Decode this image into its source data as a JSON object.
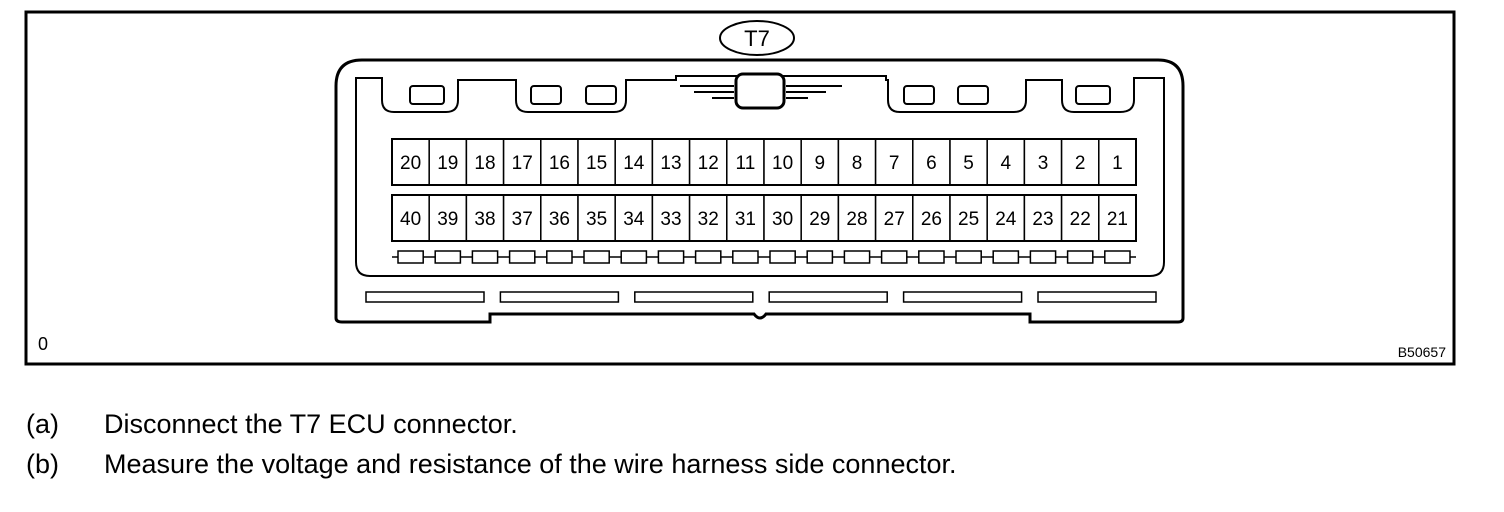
{
  "figure": {
    "connector_label": "T7",
    "corner_mark": "0",
    "figure_code": "B50657"
  },
  "connector": {
    "top_row_pins": [
      "20",
      "19",
      "18",
      "17",
      "16",
      "15",
      "14",
      "13",
      "12",
      "11",
      "10",
      "9",
      "8",
      "7",
      "6",
      "5",
      "4",
      "3",
      "2",
      "1"
    ],
    "bottom_row_pins": [
      "40",
      "39",
      "38",
      "37",
      "36",
      "35",
      "34",
      "33",
      "32",
      "31",
      "30",
      "29",
      "28",
      "27",
      "26",
      "25",
      "24",
      "23",
      "22",
      "21"
    ]
  },
  "steps": [
    {
      "marker": "(a)",
      "text": "Disconnect the T7 ECU connector."
    },
    {
      "marker": "(b)",
      "text": "Measure the voltage and resistance of the wire harness side connector."
    }
  ]
}
